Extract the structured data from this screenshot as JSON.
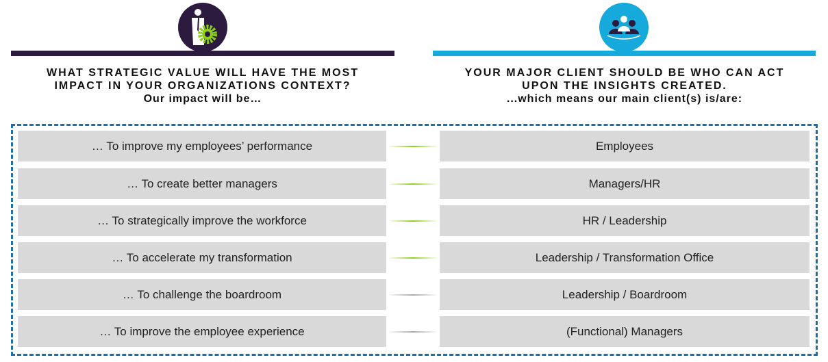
{
  "left": {
    "title_line1": "WHAT STRATEGIC VALUE WILL HAVE THE MOST",
    "title_line2": "IMPACT IN YOUR ORGANIZATIONS CONTEXT?",
    "subtitle": "Our impact will be…",
    "color": "#2c1a3f",
    "icon": "businessman-gear-icon"
  },
  "right": {
    "title_line1": "YOUR MAJOR CLIENT SHOULD BE WHO CAN ACT",
    "title_line2": "UPON THE INSIGHTS CREATED.",
    "subtitle": "...which means our main client(s) is/are:",
    "color": "#15a9dc",
    "icon": "group-meeting-icon"
  },
  "rows": [
    {
      "impact": "… To improve my employees’ performance",
      "client": "Employees"
    },
    {
      "impact": "… To create better managers",
      "client": "Managers/HR"
    },
    {
      "impact": "… To strategically improve the workforce",
      "client": "HR / Leadership"
    },
    {
      "impact": "… To accelerate my transformation",
      "client": "Leadership / Transformation Office"
    },
    {
      "impact": "… To challenge the boardroom",
      "client": "Leadership / Boardroom"
    },
    {
      "impact": "… To improve the employee experience",
      "client": "(Functional) Managers"
    }
  ]
}
